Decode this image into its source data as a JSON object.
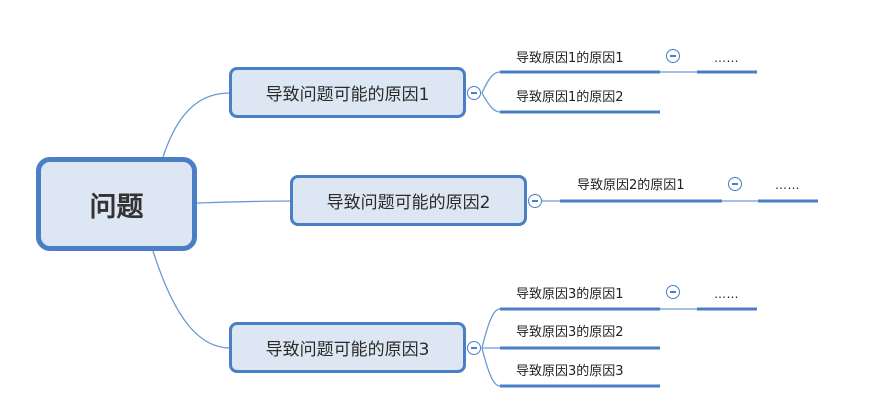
{
  "root": {
    "label": "问题"
  },
  "branches": [
    {
      "label": "导致问题可能的原因1",
      "children": [
        {
          "label": "导致原因1的原因1",
          "child": "……"
        },
        {
          "label": "导致原因1的原因2"
        }
      ]
    },
    {
      "label": "导致问题可能的原因2",
      "children": [
        {
          "label": "导致原因2的原因1",
          "child": "……"
        }
      ]
    },
    {
      "label": "导致问题可能的原因3",
      "children": [
        {
          "label": "导致原因3的原因1",
          "child": "……"
        },
        {
          "label": "导致原因3的原因2"
        },
        {
          "label": "导致原因3的原因3"
        }
      ]
    }
  ],
  "colors": {
    "stroke": "#4a7fc6",
    "nodeFill": "#dde6f3",
    "line": "#6a9ad6"
  }
}
